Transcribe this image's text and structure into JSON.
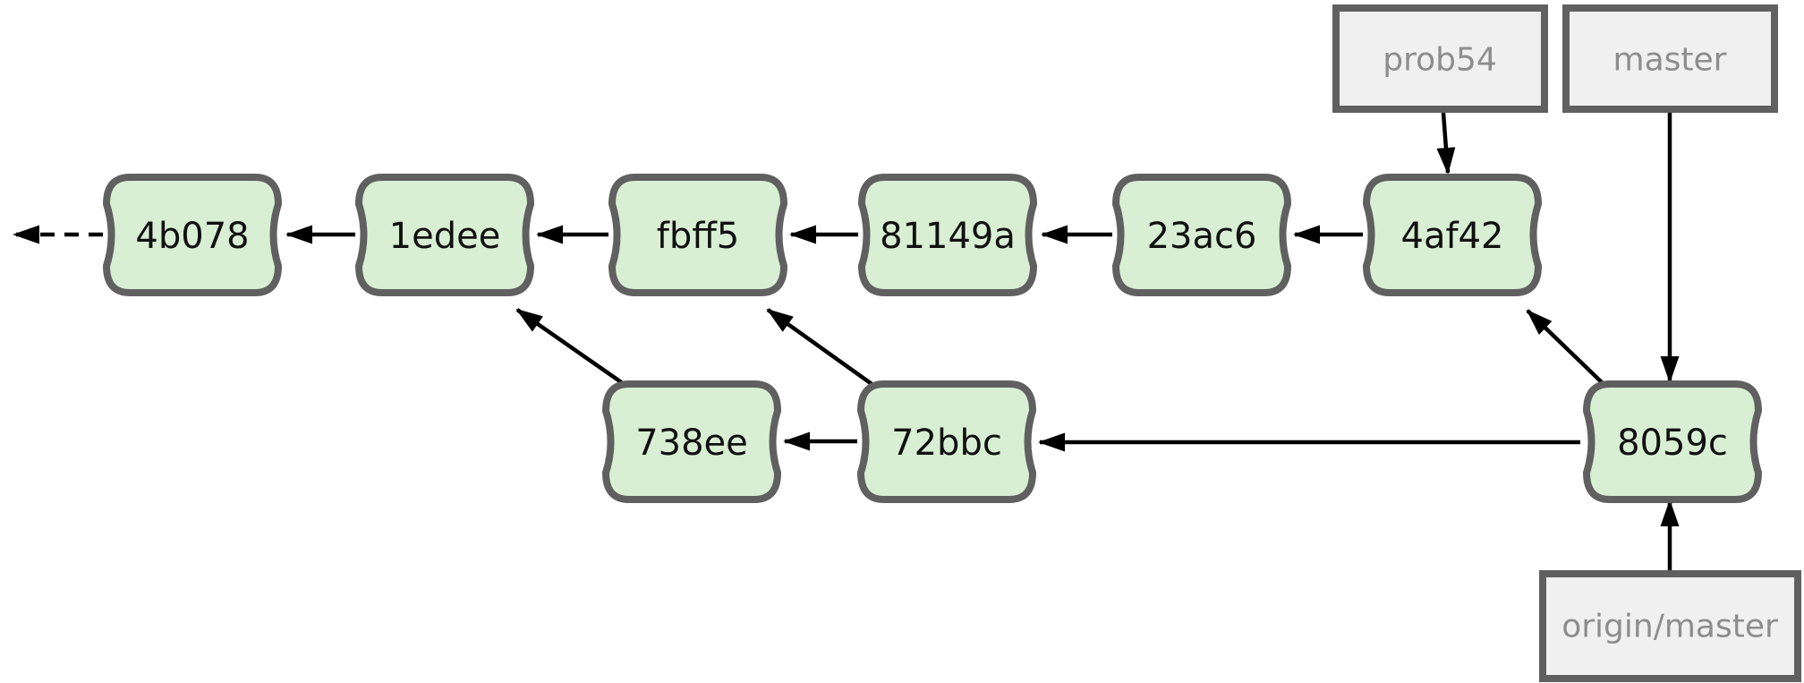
{
  "diagram": {
    "type": "git-commit-graph",
    "commits": [
      {
        "label": "4b078"
      },
      {
        "label": "1edee"
      },
      {
        "label": "fbff5"
      },
      {
        "label": "81149a"
      },
      {
        "label": "23ac6"
      },
      {
        "label": "4af42"
      },
      {
        "label": "738ee"
      },
      {
        "label": "72bbc"
      },
      {
        "label": "8059c"
      }
    ],
    "branches": [
      {
        "name": "prob54",
        "points_to": "4af42"
      },
      {
        "name": "master",
        "points_to": "8059c"
      },
      {
        "name": "origin/master",
        "points_to": "8059c"
      }
    ],
    "edges": [
      {
        "from": "4b078",
        "to": "earlier-history",
        "style": "dashed"
      },
      {
        "from": "1edee",
        "to": "4b078"
      },
      {
        "from": "fbff5",
        "to": "1edee"
      },
      {
        "from": "81149a",
        "to": "fbff5"
      },
      {
        "from": "23ac6",
        "to": "81149a"
      },
      {
        "from": "4af42",
        "to": "23ac6"
      },
      {
        "from": "738ee",
        "to": "1edee"
      },
      {
        "from": "72bbc",
        "to": "738ee"
      },
      {
        "from": "72bbc",
        "to": "fbff5"
      },
      {
        "from": "8059c",
        "to": "72bbc"
      },
      {
        "from": "8059c",
        "to": "4af42"
      },
      {
        "from": "prob54",
        "to": "4af42",
        "style": "branch-pointer"
      },
      {
        "from": "master",
        "to": "8059c",
        "style": "branch-pointer"
      },
      {
        "from": "origin/master",
        "to": "8059c",
        "style": "branch-pointer"
      }
    ],
    "colors": {
      "background": "#ffffff",
      "commit_fill": "#d8efd3",
      "commit_border": "#606060",
      "branch_fill": "#f0f0f0",
      "branch_border": "#606060",
      "branch_text": "#8d8d8d",
      "commit_text": "#111111",
      "edge": "#000000"
    }
  }
}
